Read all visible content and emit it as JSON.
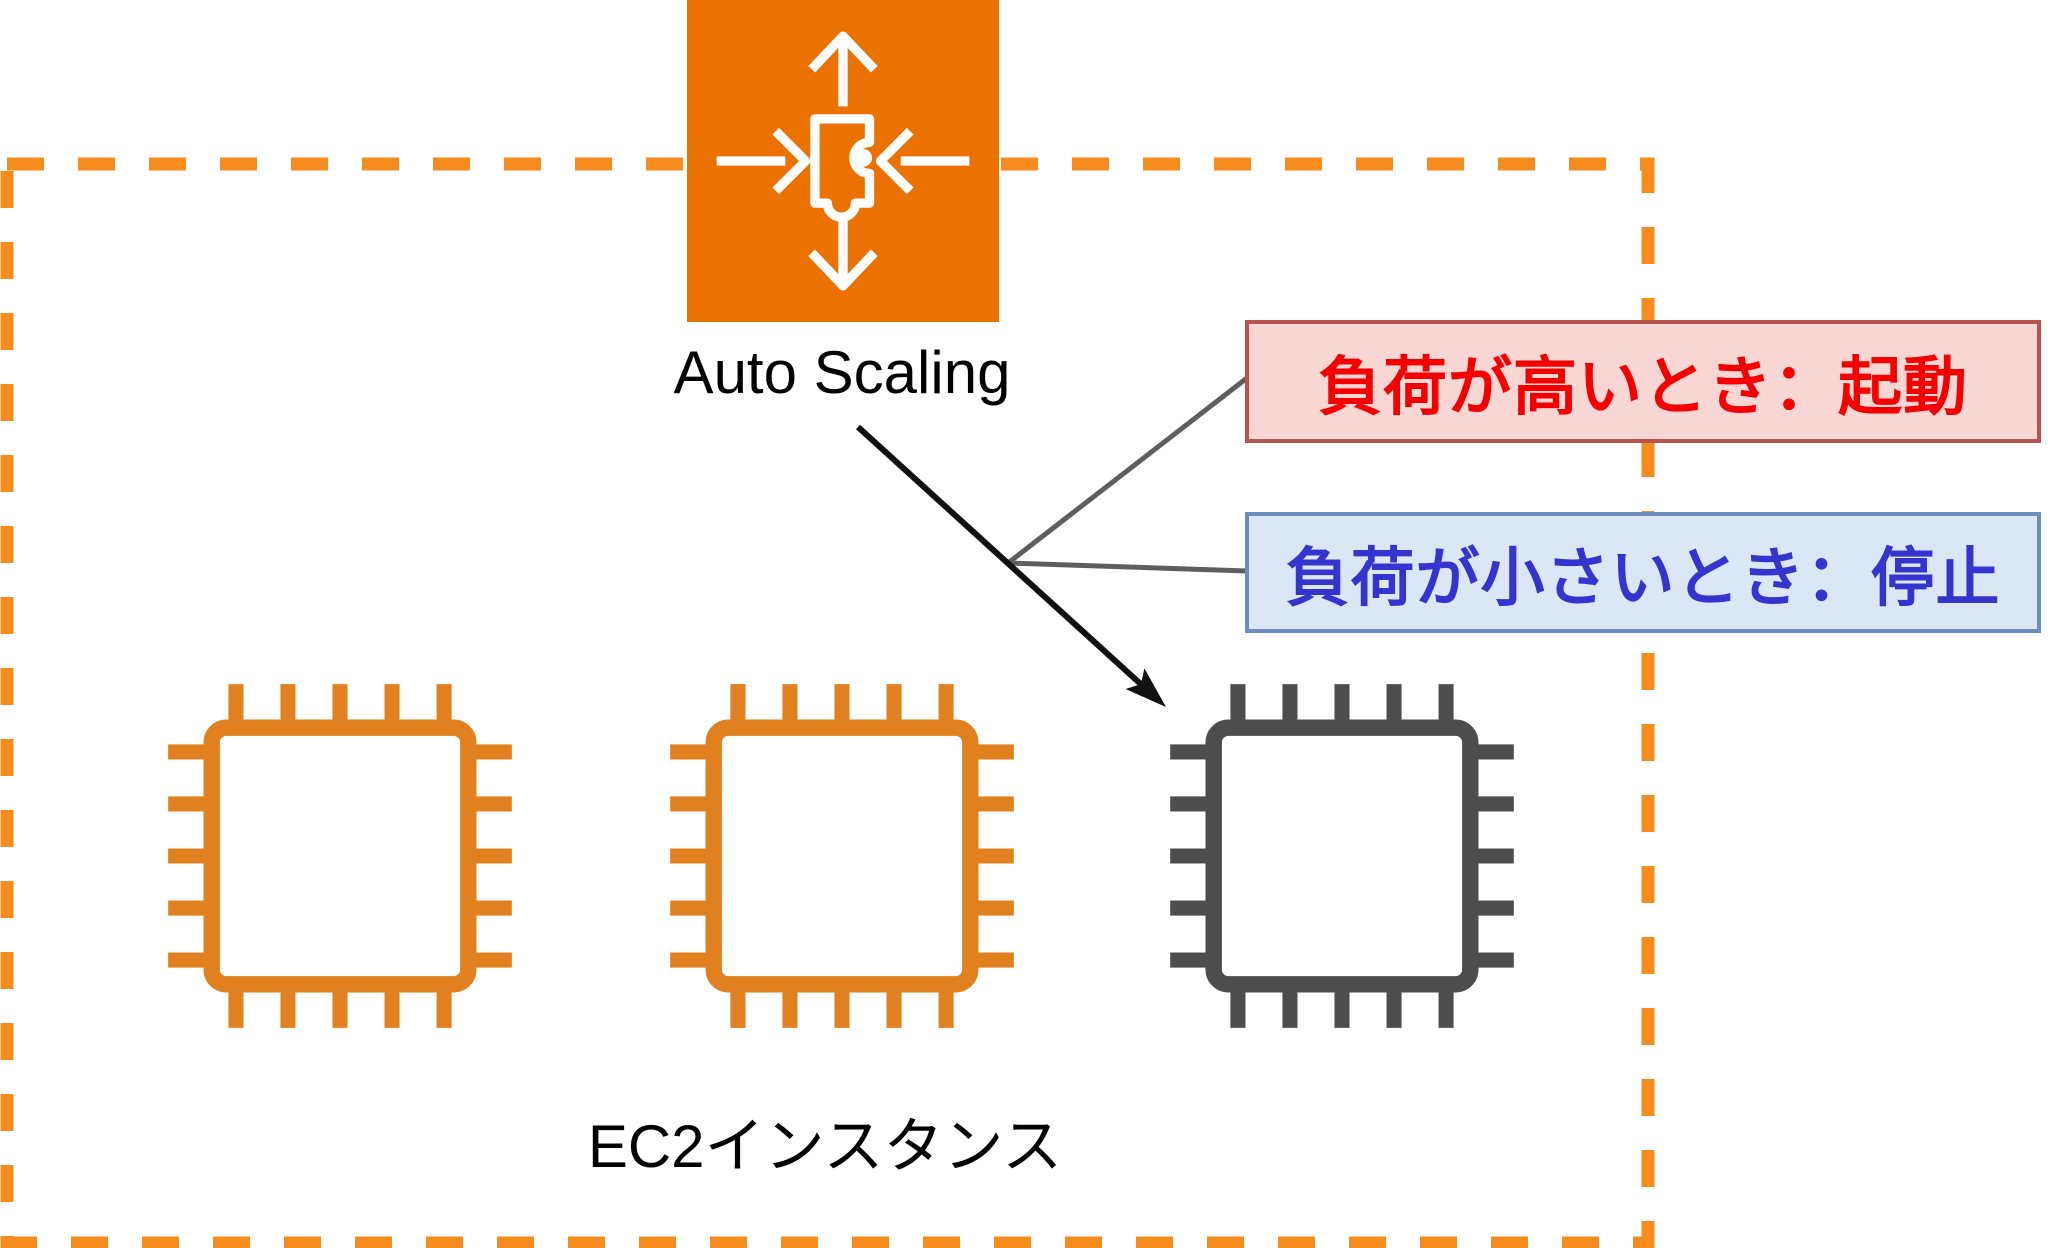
{
  "auto_scaling": {
    "label": "Auto Scaling",
    "icon": "auto-scaling-icon",
    "icon_bg": "#EB7100",
    "icon_glyph_color": "#FFFFFF"
  },
  "callouts": {
    "high_load": {
      "text": "負荷が高いとき：起動",
      "text_color": "#F50000",
      "fill": "#F8D6D3",
      "border": "#B85450"
    },
    "low_load": {
      "text": "負荷が小さいとき：停止",
      "text_color": "#3434CF",
      "fill": "#DCE7F6",
      "border": "#6C8EBF"
    }
  },
  "ec2_group": {
    "label": "EC2インスタンス",
    "border_color": "#F68C1E",
    "border_style": "dashed"
  },
  "instances": [
    {
      "icon": "microchip-icon",
      "color": "#E0801E"
    },
    {
      "icon": "microchip-icon",
      "color": "#E0801E"
    },
    {
      "icon": "microchip-icon",
      "color": "#4D4D4D"
    }
  ],
  "connections": {
    "arrow_color": "#111111",
    "line_color": "#5E5E5E",
    "arrow_target": "instance-3",
    "line_targets": [
      "high_load-callout",
      "low_load-callout"
    ]
  }
}
